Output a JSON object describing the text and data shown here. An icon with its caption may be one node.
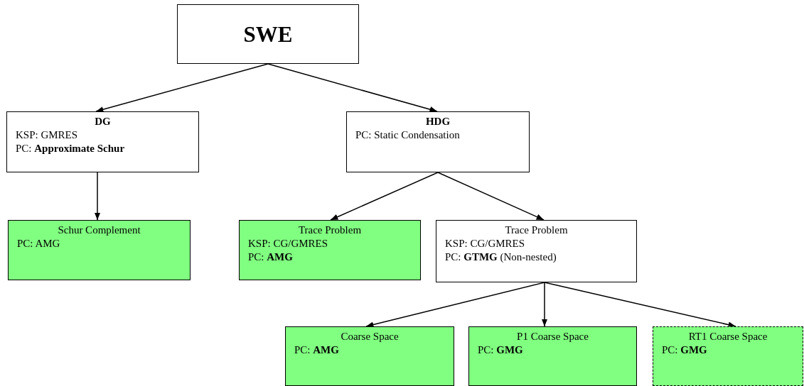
{
  "diagram": {
    "nodes": [
      {
        "text": [
          "SWE"
        ]
      },
      {
        "text": [
          "DG",
          "KSP: GMRES",
          "PC: **Approximate Schur**"
        ]
      },
      {
        "text": [
          "HDG",
          "PC: Static Condensation"
        ]
      },
      {
        "text": [
          "Schur Complement",
          "PC: AMG"
        ]
      },
      {
        "text": [
          "Trace Problem",
          "KSP: CG/GMRES",
          "PC: **AMG**"
        ]
      },
      {
        "text": [
          "Trace Problem",
          "KSP: CG/GMRES",
          "PC: **GTMG** (Non-nested)"
        ]
      },
      {
        "text": [
          "Coarse Space",
          "PC: **AMG**"
        ]
      },
      {
        "text": [
          "P1 Coarse Space",
          "PC: **GMG**"
        ]
      },
      {
        "text": [
          "RT1 Coarse Space",
          "PC: **GMG**"
        ]
      }
    ],
    "edges": [
      {
        "from": 0,
        "to": 1,
        "arrow": "to"
      },
      {
        "from": 0,
        "to": 2,
        "arrow": "to"
      },
      {
        "from": 1,
        "to": 3,
        "arrow": "to"
      },
      {
        "from": 2,
        "to": 4,
        "arrow": "to"
      },
      {
        "from": 2,
        "to": 5,
        "arrow": "to"
      },
      {
        "from": 5,
        "to": 6,
        "arrow": "to"
      },
      {
        "from": 5,
        "to": 7,
        "arrow": "to"
      },
      {
        "from": 5,
        "to": 8,
        "arrow": "to"
      }
    ]
  }
}
